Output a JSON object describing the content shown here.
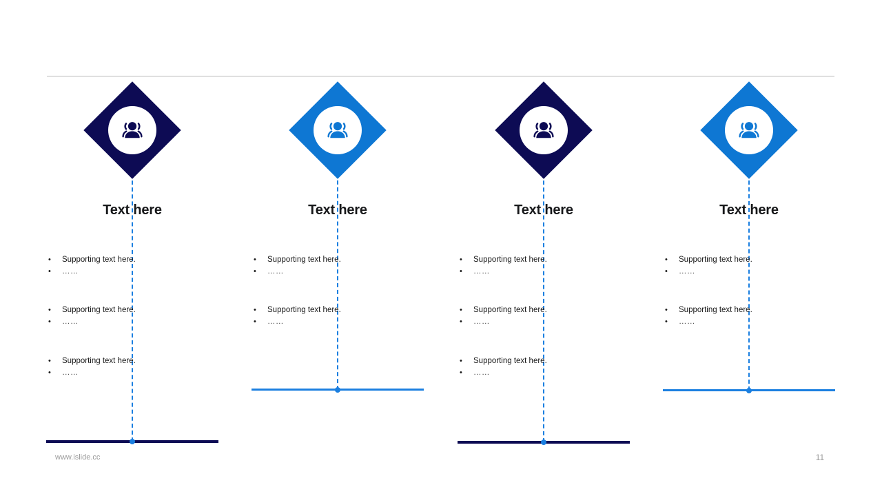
{
  "slide": {
    "footer_left": "www.islide.cc",
    "page_number": "11",
    "colors": {
      "navy": "#0D0B54",
      "blue": "#0E77D3",
      "accent_line": "#1B7FE0",
      "divider": "#b9b9b9",
      "footer_text": "#9b9b9b",
      "body_text": "#1a1a1a"
    }
  },
  "columns": [
    {
      "heading": "Text here",
      "diamond_color": "navy",
      "icon": "users-icon",
      "bar_color": "navy",
      "groups": [
        {
          "primary": "Supporting text here.",
          "secondary": "……"
        },
        {
          "primary": "Supporting text here.",
          "secondary": "……"
        },
        {
          "primary": "Supporting text here.",
          "secondary": "……"
        }
      ]
    },
    {
      "heading": "Text here",
      "diamond_color": "blue",
      "icon": "users-icon",
      "bar_color": "blue",
      "groups": [
        {
          "primary": "Supporting text here.",
          "secondary": "……"
        },
        {
          "primary": "Supporting text here.",
          "secondary": "……"
        }
      ]
    },
    {
      "heading": "Text here",
      "diamond_color": "navy",
      "icon": "users-icon",
      "bar_color": "navy",
      "groups": [
        {
          "primary": "Supporting text here.",
          "secondary": "……"
        },
        {
          "primary": "Supporting text here.",
          "secondary": "……"
        },
        {
          "primary": "Supporting text here.",
          "secondary": "……"
        }
      ]
    },
    {
      "heading": "Text here",
      "diamond_color": "blue",
      "icon": "users-icon",
      "bar_color": "blue",
      "groups": [
        {
          "primary": "Supporting text here.",
          "secondary": "……"
        },
        {
          "primary": "Supporting text here.",
          "secondary": "……"
        }
      ]
    }
  ]
}
